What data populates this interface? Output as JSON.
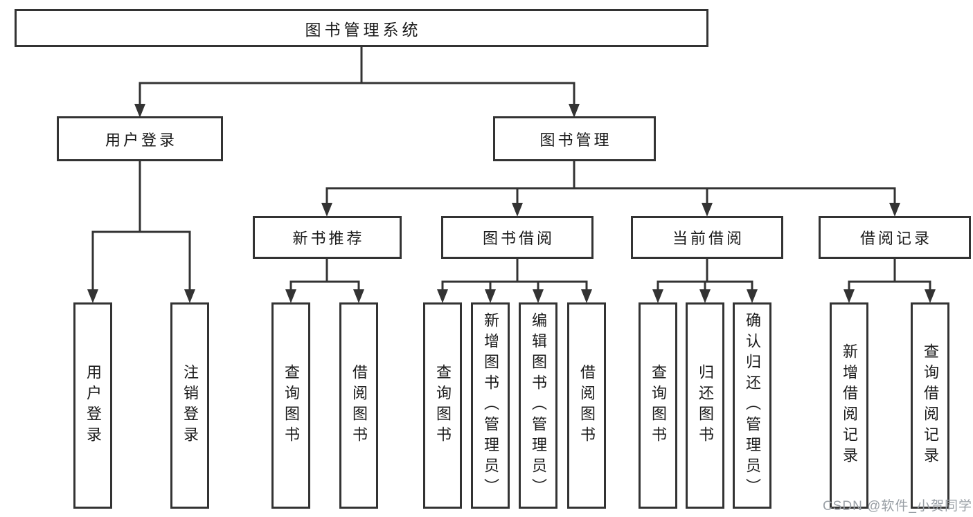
{
  "title": "图书管理系统",
  "watermark": "CSDN @软件_小贺同学",
  "colors": {
    "line": "#333333",
    "box_border": "#333333",
    "text": "#1a1a1a",
    "watermark": "#9aa0a6",
    "background": "#ffffff"
  },
  "tree": {
    "root": {
      "label": "图书管理系统",
      "children": [
        {
          "label": "用户登录",
          "children": [
            {
              "label": "用户登录"
            },
            {
              "label": "注销登录"
            }
          ]
        },
        {
          "label": "图书管理",
          "children": [
            {
              "label": "新书推荐",
              "children": [
                {
                  "label": "查询图书"
                },
                {
                  "label": "借阅图书"
                }
              ]
            },
            {
              "label": "图书借阅",
              "children": [
                {
                  "label": "查询图书"
                },
                {
                  "label": "新增图书（管理员）"
                },
                {
                  "label": "编辑图书（管理员）"
                },
                {
                  "label": "借阅图书"
                }
              ]
            },
            {
              "label": "当前借阅",
              "children": [
                {
                  "label": "查询图书"
                },
                {
                  "label": "归还图书"
                },
                {
                  "label": "确认归还（管理员）"
                }
              ]
            },
            {
              "label": "借阅记录",
              "children": [
                {
                  "label": "新增借阅记录"
                },
                {
                  "label": "查询借阅记录"
                }
              ]
            }
          ]
        }
      ]
    }
  }
}
